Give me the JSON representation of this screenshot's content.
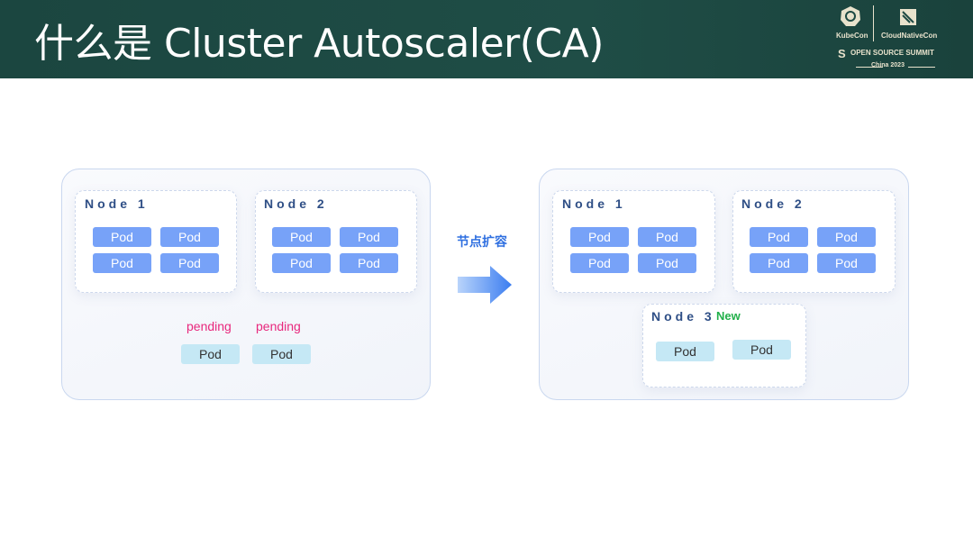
{
  "header": {
    "title": "什么是 Cluster Autoscaler(CA)",
    "logo": {
      "kubecon": "KubeCon",
      "cloudnativecon": "CloudNativeCon",
      "summit": "OPEN SOURCE SUMMIT",
      "edition": "China 2023"
    }
  },
  "before": {
    "node1": "Node 1",
    "node2": "Node 2",
    "pod": "Pod",
    "pending": "pending"
  },
  "arrow": {
    "label": "节点扩容"
  },
  "after": {
    "node1": "Node 1",
    "node2": "Node 2",
    "node3": "Node 3",
    "new_badge": "New",
    "pod": "Pod"
  },
  "colors": {
    "header": "#1d4943",
    "pod": "#77a2f8",
    "pending_pod": "#c5e8f5",
    "pending_text": "#e8287d",
    "new_text": "#22b04a",
    "arrow": "#3b7df0"
  }
}
